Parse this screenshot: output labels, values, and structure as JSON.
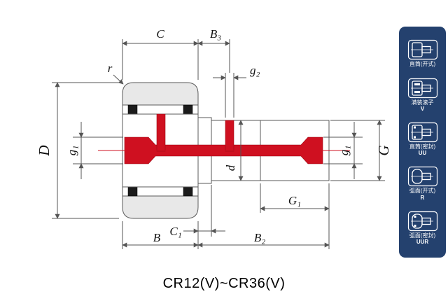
{
  "caption": "CR12(V)~CR36(V)",
  "labels": {
    "C": "C",
    "B3": "B₃",
    "g2": "g₂",
    "r": "r",
    "D": "D",
    "g1_left": "g₁",
    "d": "d",
    "g1_right": "g₁",
    "G": "G",
    "G1": "G₁",
    "C1": "C₁",
    "B": "B",
    "B2": "B₂"
  },
  "sidebar": {
    "items": [
      {
        "label": "直筒(开式)",
        "sub": "",
        "icon": "straight-open-bearing-icon"
      },
      {
        "label": "满装滚子",
        "sub": "V",
        "icon": "full-complement-bearing-icon"
      },
      {
        "label": "直筒(密封)",
        "sub": "UU",
        "icon": "straight-sealed-bearing-icon"
      },
      {
        "label": "弧面(开式)",
        "sub": "R",
        "icon": "crowned-open-bearing-icon"
      },
      {
        "label": "弧面(密封)",
        "sub": "UUR",
        "icon": "crowned-sealed-bearing-icon"
      }
    ]
  },
  "colors": {
    "red": "#cf1020",
    "gray": "#e8e8e8",
    "sidebar_bg": "#24416e",
    "line": "#555555"
  }
}
